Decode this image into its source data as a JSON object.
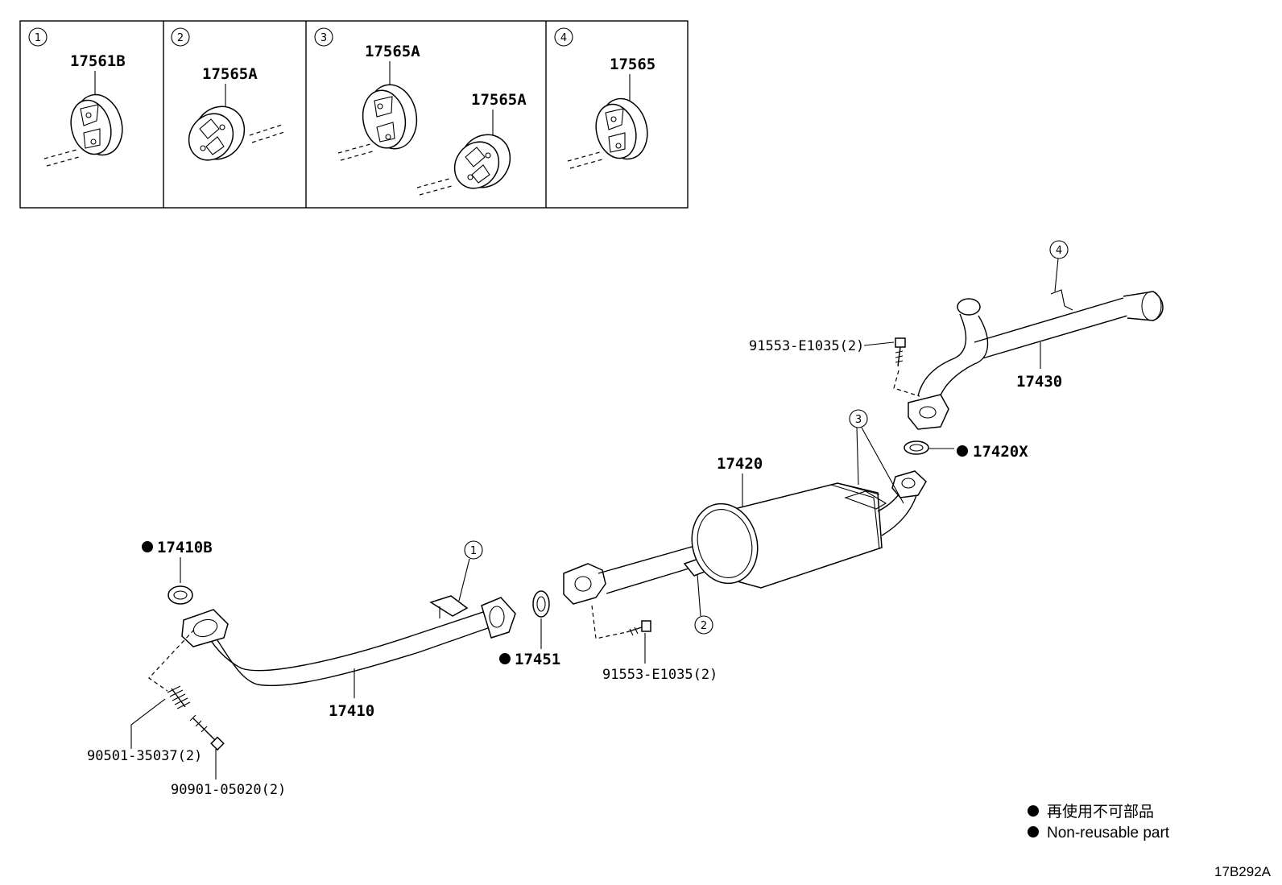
{
  "insets": [
    {
      "number": "1",
      "labels": [
        "17561B"
      ]
    },
    {
      "number": "2",
      "labels": [
        "17565A"
      ]
    },
    {
      "number": "3",
      "labels": [
        "17565A",
        "17565A"
      ]
    },
    {
      "number": "4",
      "labels": [
        "17565"
      ]
    }
  ],
  "callouts": {
    "c1": "1",
    "c2": "2",
    "c3": "3",
    "c4": "4"
  },
  "parts": {
    "p17410": "17410",
    "p17410B": "17410B",
    "p17451": "17451",
    "p17420": "17420",
    "p17420X": "17420X",
    "p17430": "17430",
    "bolt_top": "91553-E1035(2)",
    "bolt_mid": "91553-E1035(2)",
    "spring": "90501-35037(2)",
    "bolt_bottom": "90901-05020(2)"
  },
  "legend": {
    "line1": "再使用不可部品",
    "line2": "Non-reusable part"
  },
  "diagram_code": "17B292A"
}
